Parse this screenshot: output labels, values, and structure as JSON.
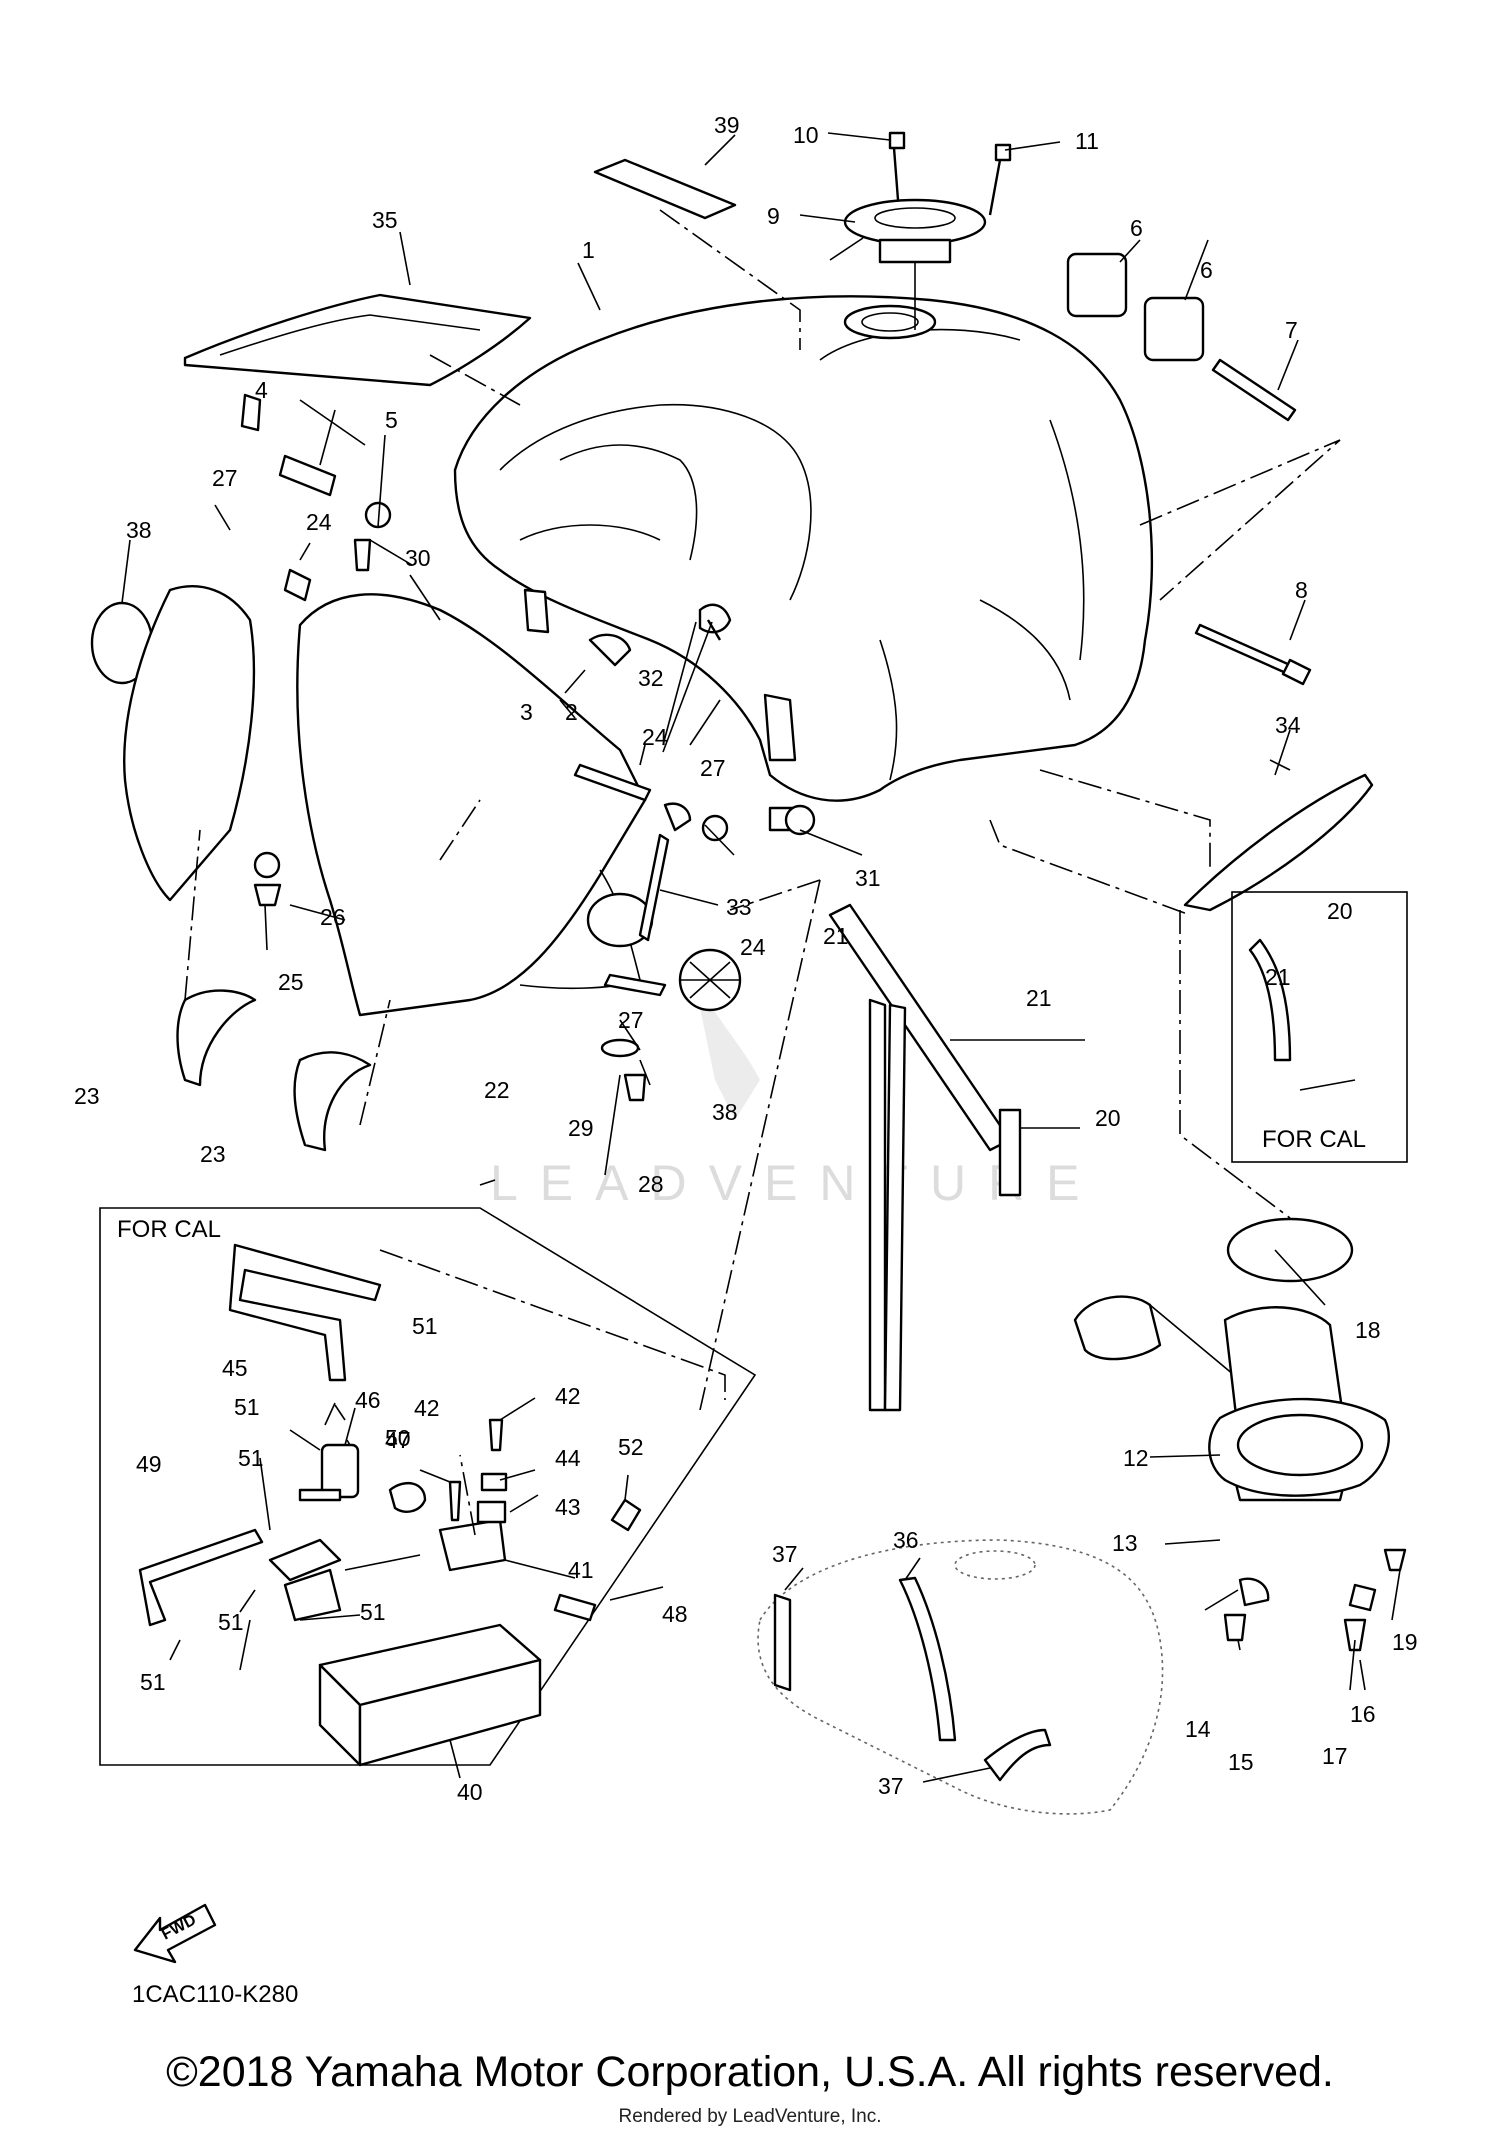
{
  "diagram": {
    "drawing_code": "1CAC110-K280",
    "fwd_label": "FWD",
    "for_cal_label": "FOR CAL",
    "watermark_text": "LEADVENTURE",
    "copyright": "©2018 Yamaha Motor Corporation, U.S.A. All rights reserved.",
    "rendered_by": "Rendered by LeadVenture, Inc.",
    "callouts": [
      "1",
      "2",
      "3",
      "4",
      "5",
      "6",
      "6",
      "7",
      "8",
      "9",
      "10",
      "11",
      "12",
      "13",
      "14",
      "15",
      "16",
      "17",
      "18",
      "19",
      "20",
      "20",
      "21",
      "21",
      "21",
      "22",
      "23",
      "23",
      "24",
      "24",
      "24",
      "25",
      "26",
      "27",
      "27",
      "27",
      "28",
      "29",
      "30",
      "31",
      "32",
      "33",
      "34",
      "35",
      "36",
      "37",
      "37",
      "38",
      "38",
      "39",
      "40",
      "41",
      "42",
      "42",
      "43",
      "44",
      "45",
      "46",
      "47",
      "48",
      "49",
      "50",
      "51",
      "51",
      "51",
      "51",
      "51",
      "51",
      "52"
    ]
  }
}
